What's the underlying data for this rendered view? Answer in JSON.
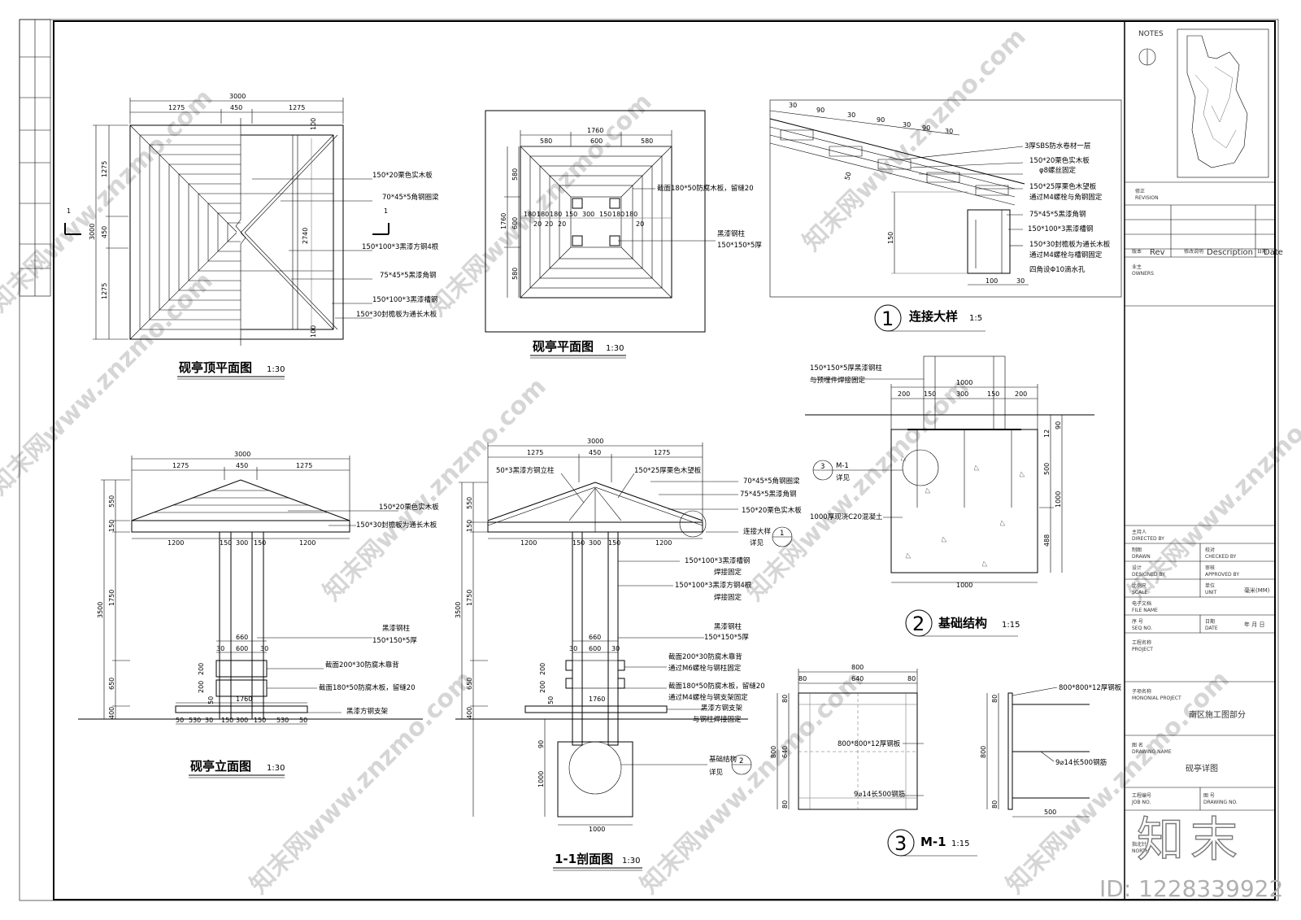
{
  "roof_plan": {
    "title": "砚亭顶平面图",
    "scale": "1:30",
    "dims": {
      "total": "3000",
      "a": "1275",
      "b": "450",
      "c": "1275",
      "r100a": "100",
      "r100b": "100",
      "v3000": "3000",
      "v2740": "2740",
      "v1275a": "1275",
      "v450": "450",
      "v1275b": "1275"
    },
    "cut_mark": "1",
    "notes": [
      "150*20栗色实木板",
      "70*45*5角钢圈梁",
      "150*100*3黑漆方钢4根",
      "75*45*5黑漆角钢",
      "150*100*3黑漆槽钢",
      "150*30封檐板为通长木板"
    ]
  },
  "plan": {
    "title": "砚亭平面图",
    "scale": "1:30",
    "dims": {
      "total": "1760",
      "a": "580",
      "b": "600",
      "c": "580",
      "v1760": "1760",
      "v580a": "580",
      "v600": "600",
      "v580b": "580",
      "row": [
        "180",
        "180",
        "180",
        "150",
        "300",
        "150",
        "180",
        "180"
      ],
      "row2": [
        "20",
        "20",
        "20",
        "20"
      ]
    },
    "notes": [
      "截面180*50防腐木板，留缝20",
      "黑漆钢柱",
      "150*150*5厚"
    ]
  },
  "detail1": {
    "title": "连接大样",
    "num": "1",
    "scale": "1:5",
    "dims": {
      "d30a": "30",
      "d90a": "90",
      "d30b": "30",
      "d90b": "90",
      "d30c": "30",
      "d90c": "90",
      "d30d": "30",
      "d50": "50",
      "d150": "150",
      "d100": "100",
      "d30e": "30"
    },
    "notes": [
      "3厚SBS防水卷材一层",
      "150*20栗色实木板",
      "φ8螺丝固定",
      "150*25厚栗色木望板",
      "通过M4螺栓与角钢固定",
      "75*45*5黑漆角钢",
      "150*100*3黑漆槽钢",
      "150*30封檐板为通长木板",
      "通过M4螺栓与槽钢固定",
      "四角设Φ10滴水孔"
    ]
  },
  "elevation": {
    "title": "砚亭立面图",
    "scale": "1:30",
    "dims": {
      "total": "3000",
      "a": "1275",
      "b": "450",
      "c": "1275",
      "v550": "550",
      "v150": "150",
      "v3500": "3500",
      "v1750": "1750",
      "v650": "650",
      "v400": "400",
      "r1200a": "1200",
      "r150a": "150",
      "r300": "300",
      "r150b": "150",
      "r1200b": "1200",
      "w660": "660",
      "w30a": "30",
      "w600": "600",
      "w30b": "30",
      "h200": "200",
      "h2005": "200",
      "h50": "50",
      "w1760": "1760",
      "b50a": "50",
      "b530a": "530",
      "b150a": "150",
      "b300": "300",
      "b150b": "150",
      "b530b": "530",
      "b50b": "50",
      "b30": "30"
    },
    "notes": [
      "150*20栗色实木板",
      "150*30封檐板为通长木板",
      "黑漆钢柱",
      "150*150*5厚",
      "截面200*30防腐木靠背",
      "截面180*50防腐木板，留缝20",
      "黑漆方钢支架"
    ]
  },
  "section": {
    "title": "1-1剖面图",
    "scale": "1:30",
    "dims": {
      "total": "3000",
      "a": "1275",
      "b": "450",
      "c": "1275",
      "v550": "550",
      "v150": "150",
      "v3500": "3500",
      "v1750": "1750",
      "v650": "650",
      "v400": "400",
      "v90": "90",
      "v1000": "1000",
      "r1200a": "1200",
      "r150a": "150",
      "r300": "300",
      "r150b": "150",
      "r1200b": "1200",
      "w660": "660",
      "w30a": "30",
      "w600": "600",
      "w30b": "30",
      "w1760": "1760",
      "f1000": "1000",
      "h200": "200",
      "h2005": "200",
      "h50": "50"
    },
    "notes": [
      "50*3黑漆方钢立柱",
      "150*25厚栗色木望板",
      "70*45*5角钢圈梁",
      "75*45*5黑漆角钢",
      "150*20栗色实木板",
      "连接大样",
      "详见",
      "150*100*3黑漆槽钢",
      "焊接固定",
      "150*100*3黑漆方钢4根",
      "焊接固定",
      "黑漆钢柱",
      "150*150*5厚",
      "截面200*30防腐木靠背",
      "通过M6螺栓与钢柱固定",
      "截面180*50防腐木板，留缝20",
      "通过M4螺栓与钢支架固定",
      "黑漆方钢支架",
      "与钢柱焊接固定",
      "基础结构",
      "详见"
    ],
    "callout1": "1",
    "callout2": "2"
  },
  "detail2": {
    "title": "基础结构",
    "num": "2",
    "scale": "1:15",
    "dims": {
      "top1000": "1000",
      "s200a": "200",
      "s150a": "150",
      "s300": "300",
      "s150b": "150",
      "s200b": "200",
      "v90": "90",
      "v12": "12",
      "v500": "500",
      "v1000": "1000",
      "v488": "488",
      "bot1000": "1000"
    },
    "notes": [
      "150*150*5厚黑漆钢柱",
      "与预埋件焊接固定",
      "1000厚现浇C20混凝土",
      "M-1",
      "详见"
    ],
    "callout": "3"
  },
  "detail3": {
    "title": "M-1",
    "num": "3",
    "scale": "1:15",
    "dims": {
      "w800": "800",
      "w80a": "80",
      "w640": "640",
      "w80b": "80",
      "h80a": "80",
      "h640": "640",
      "h80b": "80",
      "h800": "800",
      "s800": "800",
      "s80a": "80",
      "s80b": "80",
      "s500": "500"
    },
    "notes": [
      "800*800*12厚钢板",
      "9⌀14长500钢筋",
      "800*800*12厚钢板",
      "9⌀14长500钢筋"
    ]
  },
  "title_block": {
    "notes": "NOTES",
    "revision_cn": "修正",
    "revision_en": "REVISION",
    "rev_cols": [
      "版本",
      "Rev",
      "修改说明",
      "Description",
      "日期",
      "Date"
    ],
    "owner_cn": "业主",
    "owner_en": "OWNERS",
    "directed_cn": "主持人",
    "directed_en": "DIRECTED BY",
    "drawn_cn": "制图",
    "drawn_en": "DRAWN",
    "checked_cn": "校对",
    "checked_en": "CHECKED BY",
    "designed_cn": "设计",
    "designed_en": "DESIGNED BY",
    "approved_cn": "审核",
    "approved_en": "APPROVED BY",
    "scale_cn": "比例尺",
    "scale_en": "SCALE",
    "unit_cn": "单位",
    "unit_en": "UNIT",
    "unit_val": "毫米(MM)",
    "file_cn": "电子文档",
    "file_en": "FILE NAME",
    "seq_cn": "序  号",
    "seq_en": "SEQ NO.",
    "date_cn": "日期",
    "date_en": "DATE",
    "date_val": "年  月  日",
    "project_cn": "工程名称",
    "project_en": "PROJECT",
    "sub_cn": "子项名称",
    "sub_en": "MONONIAL PROJECT",
    "sub_val": "南区施工图部分",
    "dwg_cn": "图  名",
    "dwg_en": "DRAWING NAME",
    "dwg_val": "砚亭详图",
    "job_cn": "工程编号",
    "job_en": "JOB NO.",
    "dwgno_cn": "图  号",
    "dwgno_en": "DRAWING NO.",
    "north_cn": "指北针",
    "north_en": "NORTH"
  },
  "watermark": {
    "site": "知末网www.znzmo.com",
    "brand": "知末",
    "id": "ID: 1228339922"
  }
}
